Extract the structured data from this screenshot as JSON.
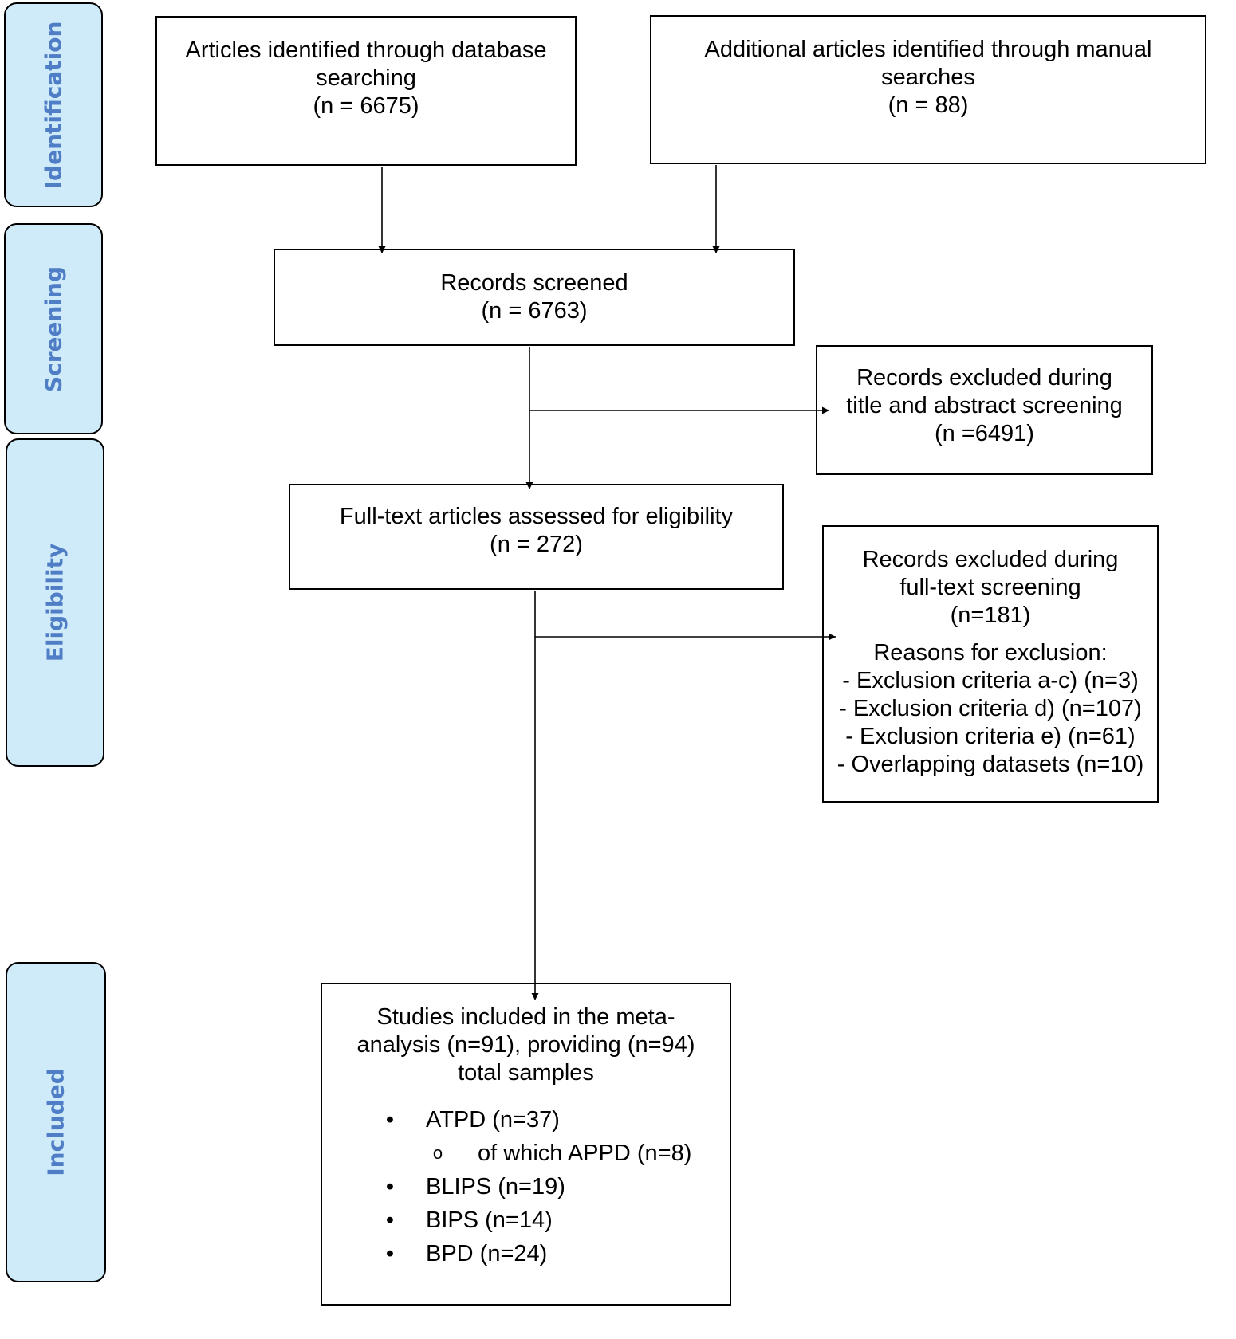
{
  "stages": [
    {
      "id": "identification",
      "label": "Identification"
    },
    {
      "id": "screening",
      "label": "Screening"
    },
    {
      "id": "eligibility",
      "label": "Eligibility"
    },
    {
      "id": "included",
      "label": "Included"
    }
  ],
  "boxes": {
    "database_search": {
      "lines": [
        "Articles identified through database",
        "searching",
        "(n = 6675)"
      ]
    },
    "manual_search": {
      "lines": [
        "Additional articles identified through manual",
        "searches",
        "(n = 88)"
      ]
    },
    "records_screened": {
      "lines": [
        "Records screened",
        "(n = 6763)"
      ]
    },
    "excluded_title_abstract": {
      "lines": [
        "Records excluded during",
        "title and abstract screening",
        "(n =6491)"
      ]
    },
    "full_text_assessed": {
      "lines": [
        "Full-text articles assessed for eligibility",
        "(n = 272)"
      ]
    },
    "excluded_full_text": {
      "lines": [
        "Records excluded during",
        "full-text screening",
        "(n=181)"
      ],
      "reasons_title": "Reasons for exclusion:",
      "reasons": [
        "- Exclusion criteria a-c) (n=3)",
        "- Exclusion criteria d) (n=107)",
        "- Exclusion criteria e) (n=61)",
        "- Overlapping datasets (n=10)"
      ]
    },
    "included": {
      "lines": [
        "Studies included in the meta-",
        "analysis (n=91), providing (n=94)",
        "total samples"
      ],
      "items": [
        {
          "marker": "•",
          "text": "ATPD (n=37)",
          "level": 0
        },
        {
          "marker": "o",
          "text": "of which APPD (n=8)",
          "level": 1
        },
        {
          "marker": "•",
          "text": "BLIPS (n=19)",
          "level": 0
        },
        {
          "marker": "•",
          "text": "BIPS (n=14)",
          "level": 0
        },
        {
          "marker": "•",
          "text": "BPD (n=24)",
          "level": 0
        }
      ]
    }
  }
}
